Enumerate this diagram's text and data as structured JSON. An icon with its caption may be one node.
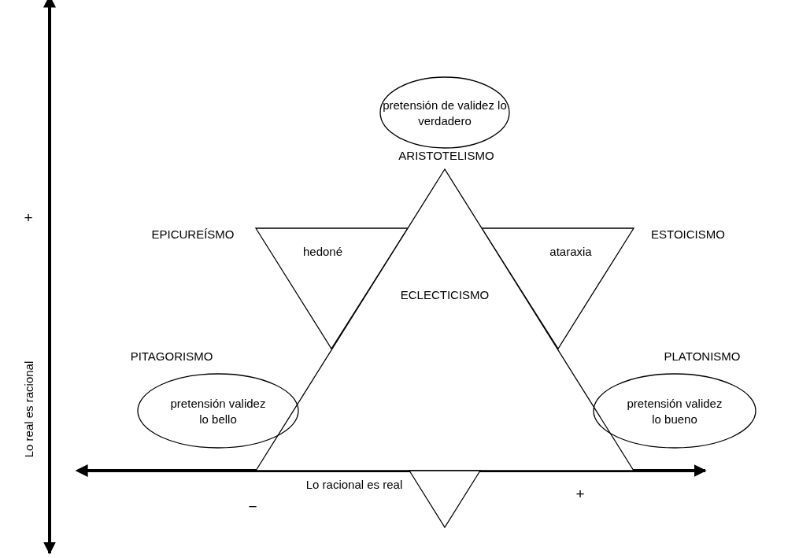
{
  "diagram": {
    "nodes": [
      {
        "text": [
          "pretensión de validez lo verdadero"
        ]
      },
      {
        "text": [
          "hedoné"
        ]
      },
      {
        "text": [
          "ataraxia"
        ]
      },
      {
        "text": [
          "ECLECTICISMO"
        ]
      },
      {
        "text": [
          "pretensión validez lo bello"
        ]
      },
      {
        "text": [
          "pretensión validez lo bueno"
        ]
      },
      {
        "text": [],
        "shape": "triangle"
      }
    ],
    "labels": [
      "+",
      "Lo real es racional",
      "ARISTOTELISMO",
      "EPICUREÍSMO",
      "ESTOICISMO",
      "PITAGORISMO",
      "PLATONISMO",
      "Lo racional es real",
      "−",
      "+"
    ]
  }
}
